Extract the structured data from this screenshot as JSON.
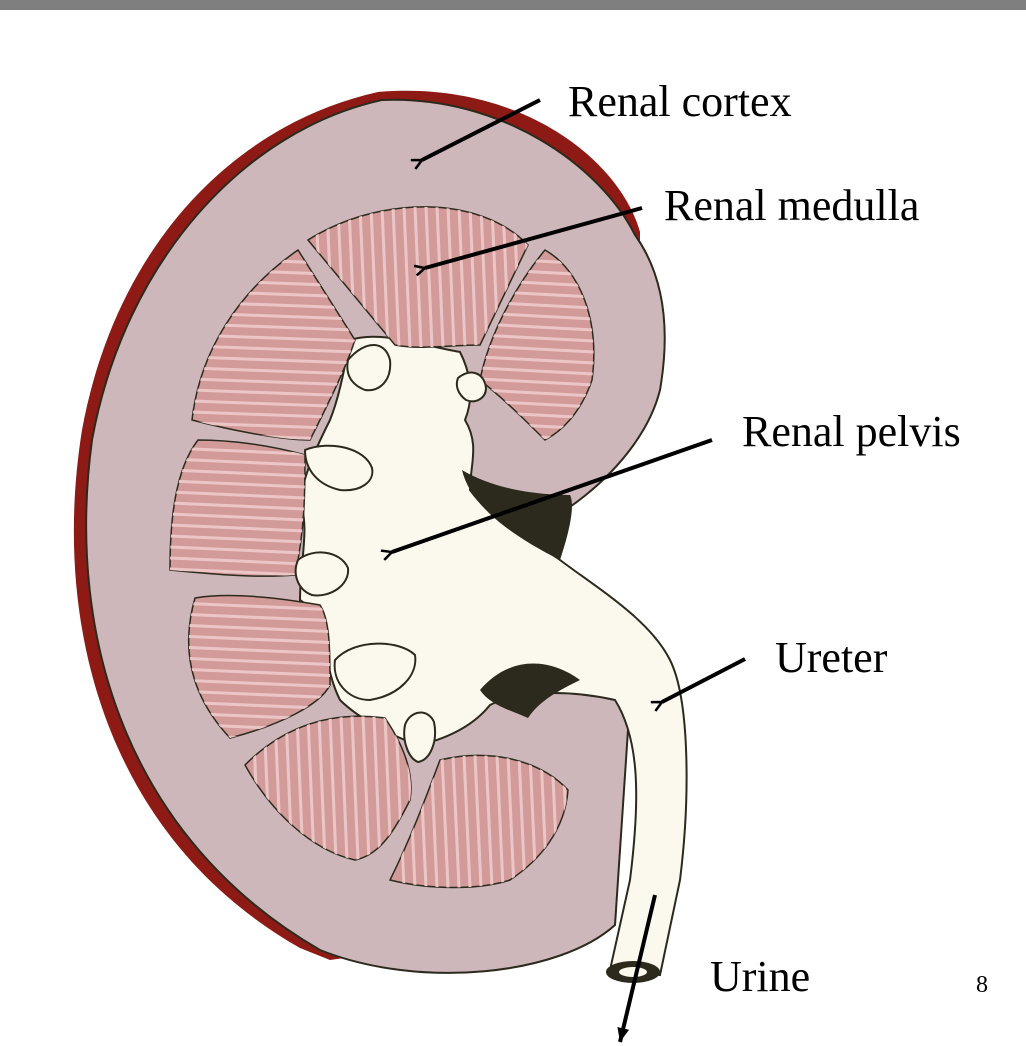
{
  "slide": {
    "page_number": "8",
    "top_bar_color": "#7f7f7f"
  },
  "colors": {
    "capsule": "#8e1a16",
    "cortex": "#cdb7ba",
    "pyramid": "#d39a9a",
    "pyramid_stripe": "#ecc6c6",
    "pelvis": "#fbf8ee",
    "outline": "#2c2a1c"
  },
  "labels": {
    "cortex": "Renal cortex",
    "medulla": "Renal medulla",
    "pelvis": "Renal pelvis",
    "ureter": "Ureter",
    "urine": "Urine"
  }
}
